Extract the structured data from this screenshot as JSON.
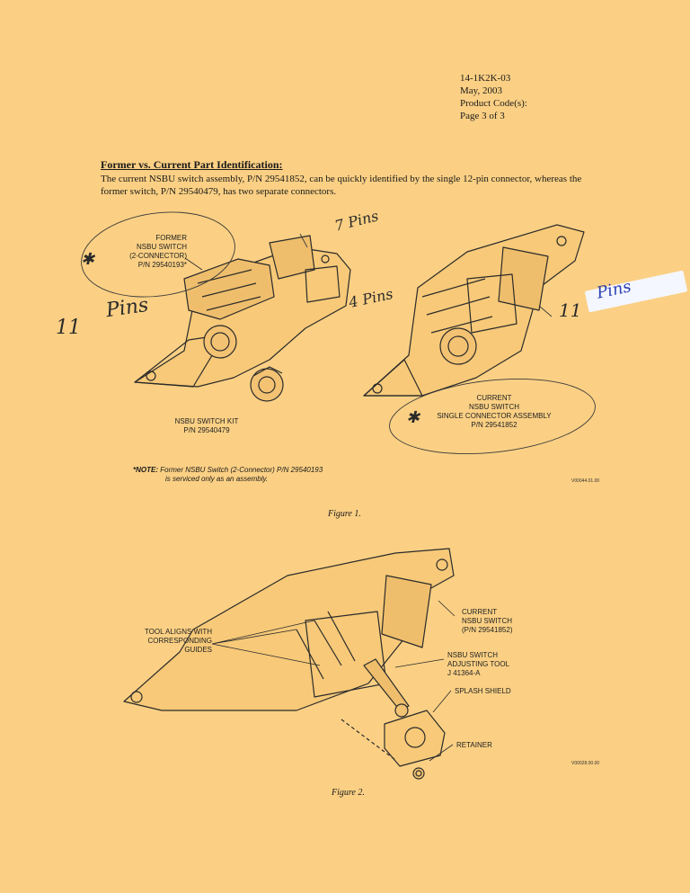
{
  "header": {
    "doc_number": "14-1K2K-03",
    "date": "May, 2003",
    "product_codes": "Product Code(s):",
    "page": "Page 3 of 3"
  },
  "section": {
    "title": "Former vs. Current Part Identification:",
    "body": "The current NSBU switch assembly, P/N 29541852, can be quickly identified by the single 12-pin connector, whereas the former switch, P/N 29540479, has two separate connectors."
  },
  "figure1": {
    "former_label": [
      "FORMER",
      "NSBU SWITCH",
      "(2-CONNECTOR)",
      "P/N 29540193*"
    ],
    "kit_label": [
      "NSBU SWITCH KIT",
      "P/N 29540479"
    ],
    "current_label": [
      "CURRENT",
      "NSBU SWITCH",
      "SINGLE CONNECTOR ASSEMBLY",
      "P/N 29541852"
    ],
    "note_prefix": "*NOTE:",
    "note_line1": "Former NSBU Switch (2-Connector) P/N 29540193",
    "note_line2": "is serviced only as an assembly.",
    "image_code": "V00044.01.00",
    "caption": "Figure 1."
  },
  "handwriting": {
    "seven_pins": "7 Pins",
    "eleven_left": "11",
    "pins_left": "Pins",
    "four_pins": "4 Pins",
    "eleven_right": "11",
    "pins_right": "Pins",
    "star_left": "✱",
    "star_right": "✱"
  },
  "figure2": {
    "tool_label": [
      "TOOL ALIGNS WITH",
      "CORRESPONDING GUIDES"
    ],
    "current_label": [
      "CURRENT",
      "NSBU SWITCH",
      "(P/N 29541852)"
    ],
    "tool_name": [
      "NSBU SWITCH",
      "ADJUSTING TOOL",
      "J 41364-A"
    ],
    "splash": "SPLASH SHIELD",
    "retainer": "RETAINER",
    "image_code": "V00028.00.00",
    "caption": "Figure 2."
  }
}
